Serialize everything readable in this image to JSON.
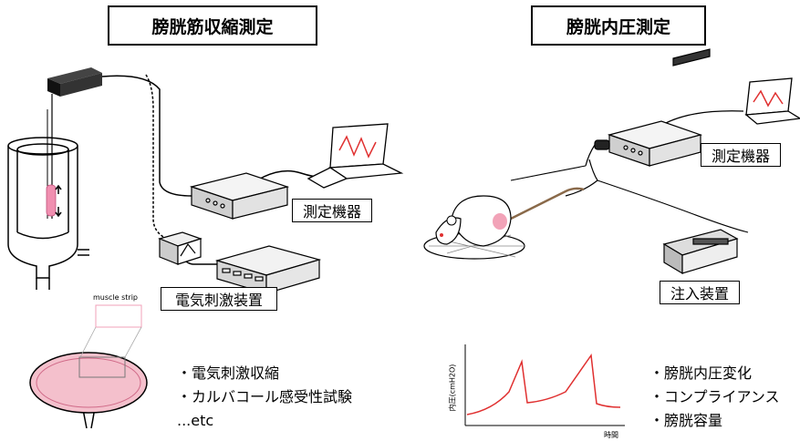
{
  "left": {
    "title": "膀胱筋収縮測定",
    "measure_label": "測定機器",
    "stim_label": "電気刺激装置",
    "strip_label": "muscle strip",
    "bullets": [
      "・電気刺激収縮",
      "・カルバコール感受性試験",
      "...etc"
    ]
  },
  "right": {
    "title": "膀胱内圧測定",
    "measure_label": "測定機器",
    "pump_label": "注入装置",
    "bullets": [
      "・膀胱内圧変化",
      "・コンプライアンス",
      "・膀胱容量"
    ],
    "chart_ylabel": "内圧(cmH2O)",
    "chart_xlabel": "時間"
  },
  "colors": {
    "tissue_fill": "#f4c0cc",
    "trace": "#e03030",
    "strip": "#f08fb0",
    "mouse_ear": "#f2a3b8",
    "tail": "#8a6a4a"
  }
}
